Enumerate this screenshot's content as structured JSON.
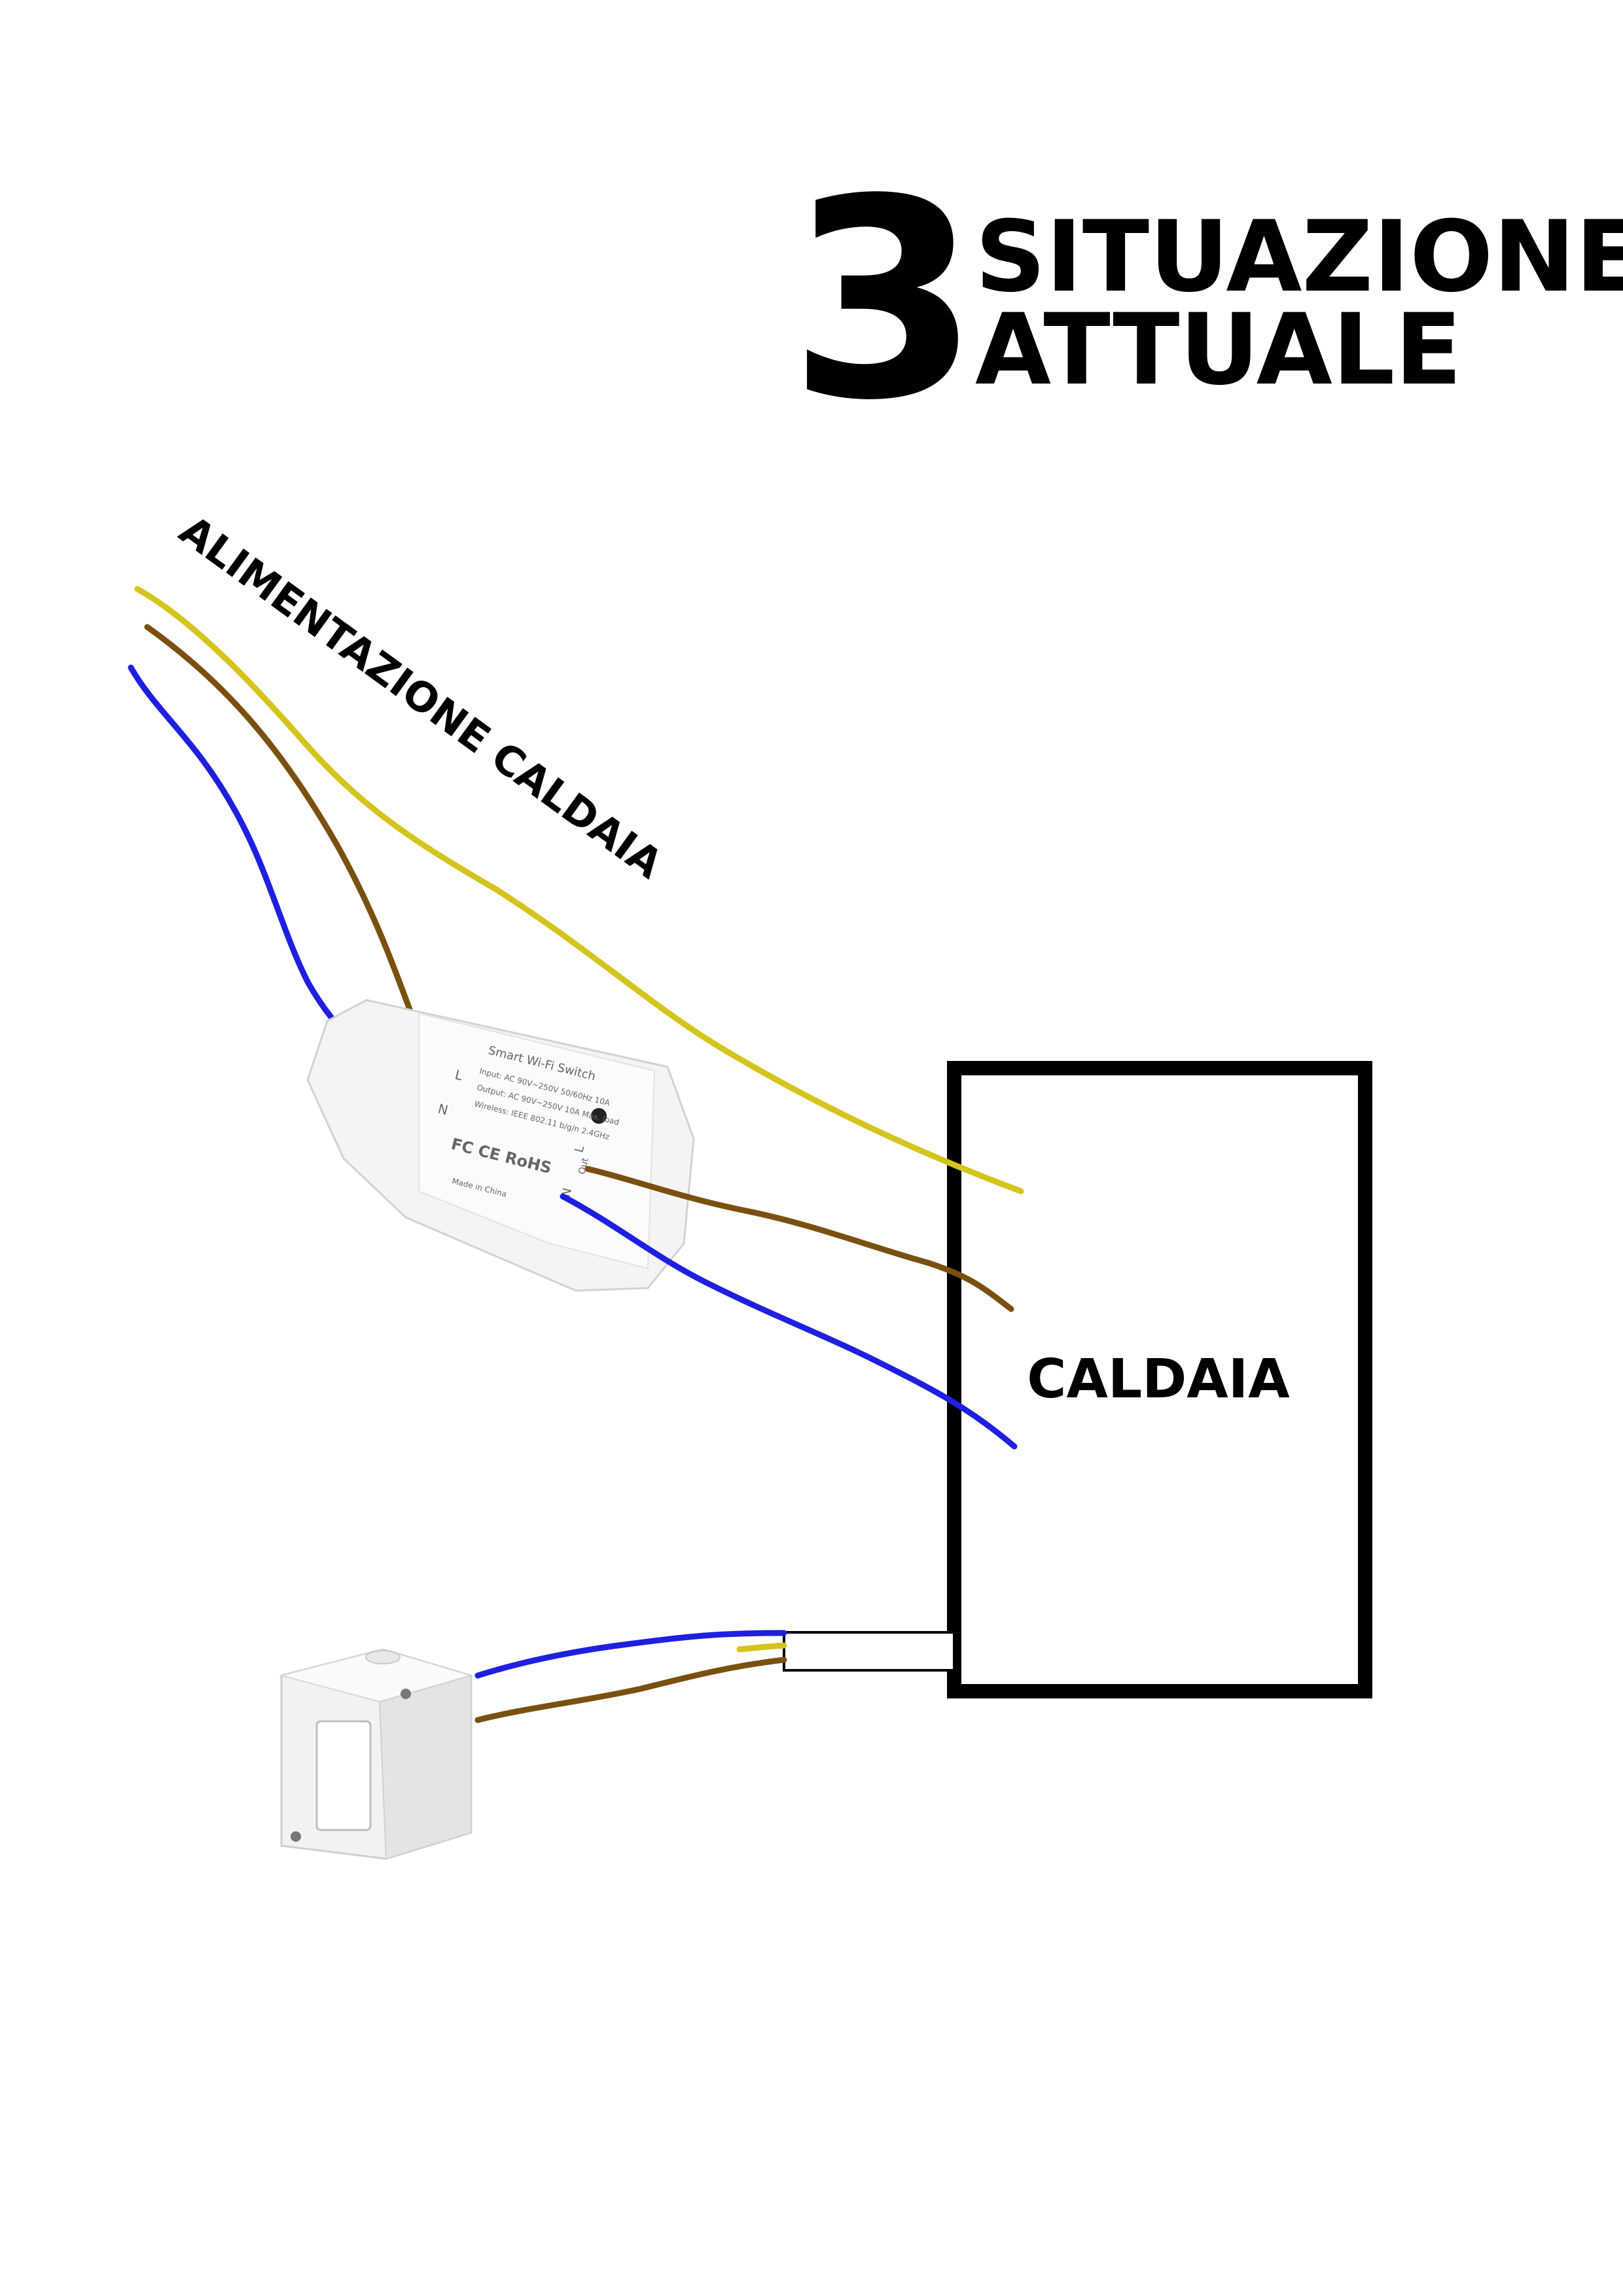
{
  "header": {
    "step_number": "3",
    "title_line_1": "SITUAZIONE",
    "title_line_2": "ATTUALE"
  },
  "labels": {
    "supply": "ALIMENTAZIONE CALDAIA",
    "boiler": "CALDAIA"
  },
  "device": {
    "name": "Smart Wi-Fi Switch",
    "specs": [
      "Input: AC 90V~250V 50/60Hz 10A",
      "Output: AC 90V~250V 10A Max. load",
      "Wireless: IEEE 802.11 b/g/n 2.4GHz",
      "Made in China"
    ],
    "terminal_l": "L",
    "terminal_n": "N",
    "out_l": "L",
    "out_n": "N",
    "out_label": "Out",
    "certifications": "FC CE RoHS"
  },
  "colors": {
    "background": "#ffffff",
    "text": "#000000",
    "wire_yellow": "#d4c41c",
    "wire_brown": "#7a5010",
    "wire_blue": "#1f1fe0",
    "boiler_border": "#000000"
  }
}
